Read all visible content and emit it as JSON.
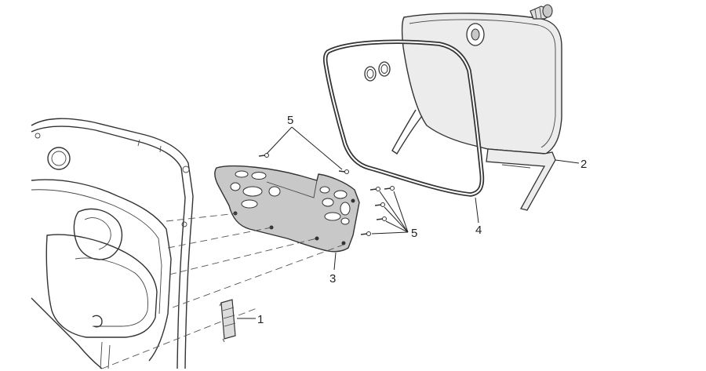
{
  "callouts": {
    "c1": "1",
    "c2": "2",
    "c3": "3",
    "c4": "4",
    "c5_top": "5",
    "c5_right": "5"
  },
  "colors": {
    "line": "#333333",
    "panel_fill": "#c8c8c8",
    "lid_fill": "#ececec",
    "background": "#ffffff"
  }
}
